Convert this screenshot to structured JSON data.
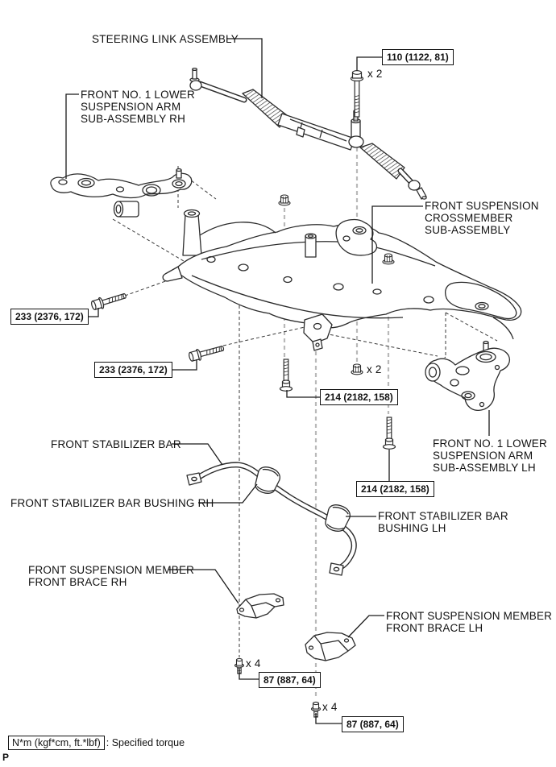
{
  "labels": {
    "steering_link_assembly": "STEERING LINK ASSEMBLY",
    "front_no1_lower_arm_rh": [
      "FRONT NO. 1 LOWER",
      "SUSPENSION ARM",
      "SUB-ASSEMBLY RH"
    ],
    "front_suspension_crossmember": [
      "FRONT SUSPENSION",
      "CROSSMEMBER",
      "SUB-ASSEMBLY"
    ],
    "front_no1_lower_arm_lh": [
      "FRONT NO. 1 LOWER",
      "SUSPENSION ARM",
      "SUB-ASSEMBLY LH"
    ],
    "front_stabilizer_bar": "FRONT STABILIZER BAR",
    "front_stabilizer_bar_bushing_rh": "FRONT STABILIZER BAR BUSHING RH",
    "front_stabilizer_bar_bushing_lh": [
      "FRONT STABILIZER BAR",
      "BUSHING LH"
    ],
    "front_suspension_member_front_brace_rh": [
      "FRONT SUSPENSION MEMBER",
      "FRONT BRACE RH"
    ],
    "front_suspension_member_front_brace_lh": [
      "FRONT SUSPENSION MEMBER",
      "FRONT BRACE LH"
    ]
  },
  "callouts": {
    "steering_bolts": {
      "torque": "110 (1122, 81)",
      "qty": "x 2"
    },
    "member_bolt_a": {
      "torque": "233 (2376, 172)"
    },
    "member_bolt_b": {
      "torque": "233 (2376, 172)"
    },
    "arm_nuts": {
      "qty": "x 2"
    },
    "arm_bolt_a": {
      "torque": "214 (2182, 158)"
    },
    "arm_bolt_b": {
      "torque": "214 (2182, 158)"
    },
    "brace_bolts_rh": {
      "torque": "87 (887, 64)",
      "qty": "x 4"
    },
    "brace_bolts_lh": {
      "torque": "87 (887, 64)",
      "qty": "x 4"
    }
  },
  "legend": {
    "torque_unit": "N*m (kgf*cm, ft.*lbf)",
    "description": ": Specified torque"
  },
  "page_marker": "P",
  "colors": {
    "background": "#ffffff",
    "line_art": "#2b2b2b",
    "construction_dash_gray": "#b9b9b9",
    "text": "#111111"
  }
}
